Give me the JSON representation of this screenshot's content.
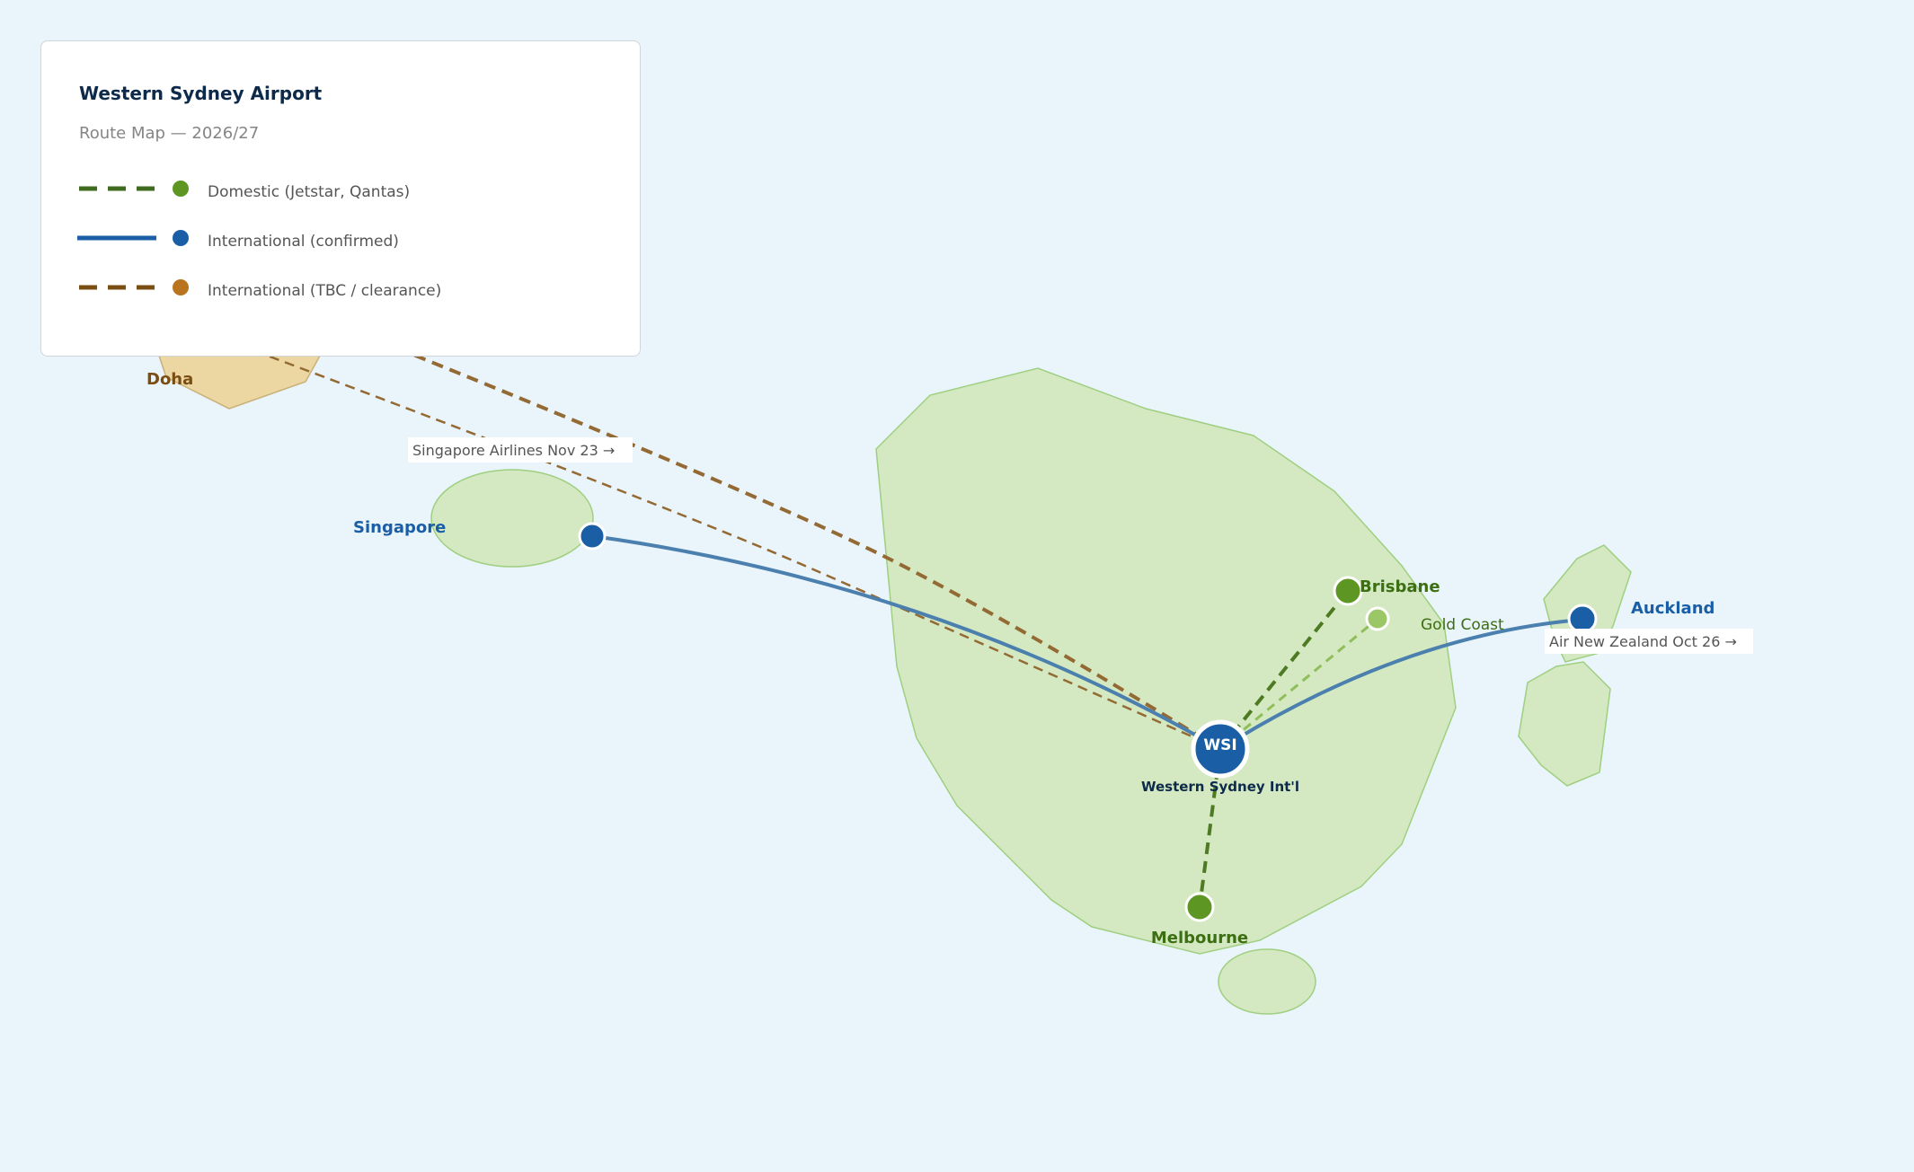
{
  "legend": {
    "title": "Western Sydney Airport",
    "subtitle": "Route Map — 2026/27",
    "items": [
      {
        "label": "Domestic (Jetstar, Qantas)",
        "style": "dashed",
        "line_color": "#3f6b1e",
        "dot_color": "#5e9623"
      },
      {
        "label": "International (confirmed)",
        "style": "solid",
        "line_color": "#1a5fa6",
        "dot_color": "#1a5fa6"
      },
      {
        "label": "International (TBC / clearance)",
        "style": "dashed",
        "line_color": "#7a4d12",
        "dot_color": "#b8741f"
      }
    ]
  },
  "hub": {
    "code": "WSI",
    "name": "Western Sydney Int'l",
    "color": "#1a5fa6"
  },
  "places": {
    "doha": "Doha",
    "singapore": "Singapore",
    "brisbane": "Brisbane",
    "gold_coast": "Gold Coast",
    "melbourne": "Melbourne",
    "auckland": "Auckland"
  },
  "route_notes": {
    "singapore": "Singapore Airlines  Nov 23 →",
    "auckland": "Air New Zealand  Oct 26 →"
  },
  "colors": {
    "water": "#eaf4fb",
    "land": "#d4e9c2",
    "land_border": "#9fcf80",
    "qatar_land": "#ecd7a3",
    "domestic_text": "#3c6e12",
    "international_text": "#1a5fa6",
    "tbc_route": "#946a34",
    "tbc_text": "#7a4d12",
    "hub_text": "#0d2a4a",
    "note_text": "#555555"
  }
}
